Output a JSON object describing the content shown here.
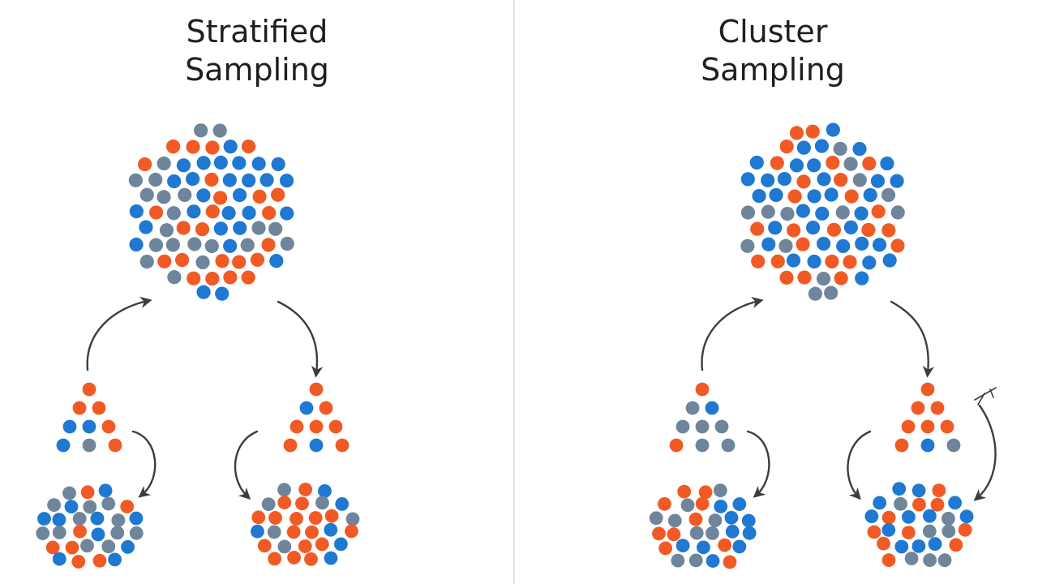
{
  "colors": {
    "orange": "#f15a24",
    "blue": "#1f78d1",
    "gray": "#6f859b",
    "arrow": "#3d3d3d"
  },
  "panels": [
    {
      "title_line1": "Stratified",
      "title_line2": "Sampling"
    },
    {
      "title_line1": "Cluster",
      "title_line2": "Sampling"
    }
  ]
}
